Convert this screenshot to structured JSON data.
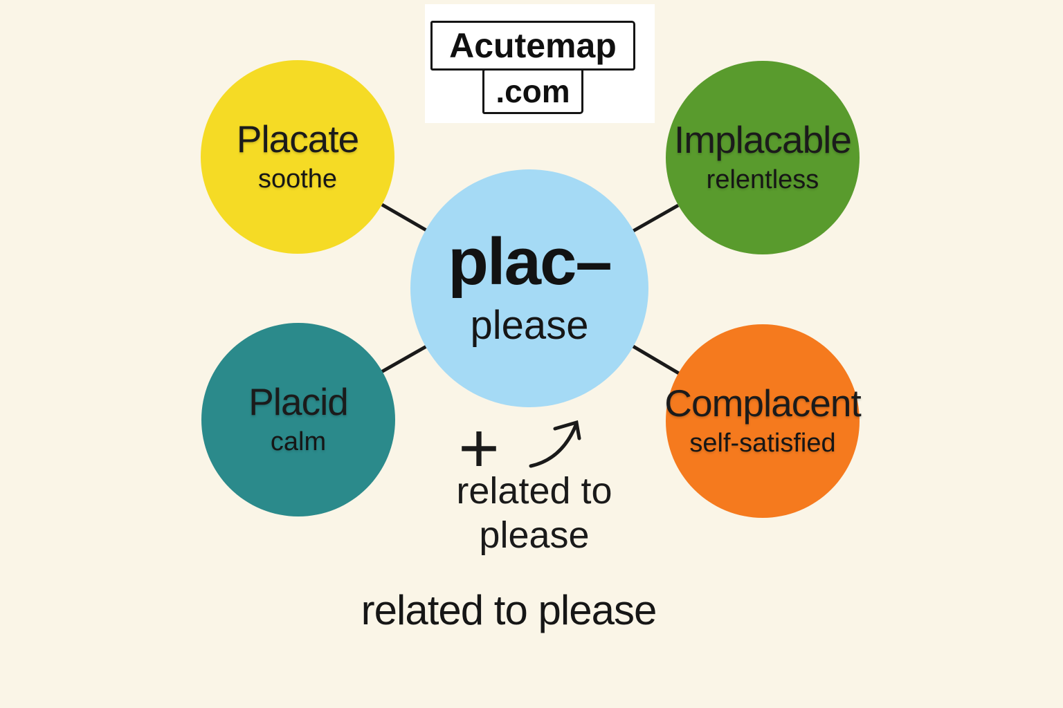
{
  "page": {
    "background_color": "#FAF5E7"
  },
  "logo": {
    "line1": "Acutemap",
    "line2": ".com"
  },
  "center_node": {
    "root": "plac–",
    "meaning": "please",
    "color": "#A5DAF5"
  },
  "nodes": [
    {
      "word": "Placate",
      "meaning": "soothe",
      "color": "#F5DB25",
      "position": "top-left"
    },
    {
      "word": "Implacable",
      "meaning": "relentless",
      "color": "#599B2D",
      "position": "top-right"
    },
    {
      "word": "Placid",
      "meaning": "calm",
      "color": "#2B8A8B",
      "position": "bottom-left"
    },
    {
      "word": "Complacent",
      "meaning": "self-satisfied",
      "color": "#F57A1E",
      "position": "bottom-right"
    }
  ],
  "annotations": {
    "plus_symbol": "+",
    "note_line1": "related to",
    "note_line2": "please",
    "caption": "related to please"
  }
}
